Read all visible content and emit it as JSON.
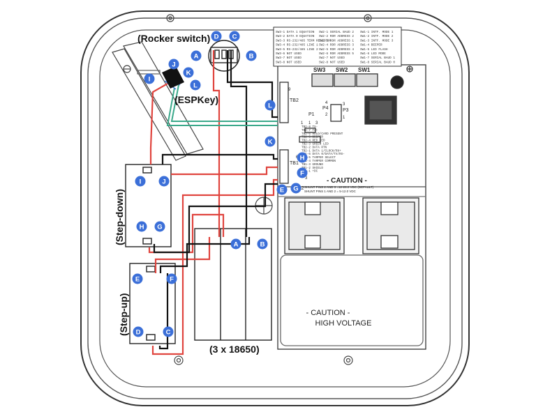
{
  "components": {
    "rocker_switch": "(Rocker switch)",
    "espkey": "(ESPKey)",
    "step_down": "(Step-down)",
    "step_up": "(Step-up)",
    "battery": "(3 x 18650)"
  },
  "board": {
    "caution": "- CAUTION -",
    "caution_line1": "SHUNT PINS 2 AND 3 =12-28.0 VDC (DEFAULT)",
    "caution_line2": "SHUNT PINS 1 AND 2 = 5-12.0 VDC",
    "hv_line1": "- CAUTION -",
    "hv_line2": "HIGH VOLTAGE",
    "sw3": "SW3",
    "sw2": "SW2",
    "sw1": "SW1",
    "tb2": "TB2",
    "tb1": "TB1",
    "p1": "P1",
    "p2": "P2",
    "p3": "P3",
    "p4": "P4"
  },
  "switch_table": [
    [
      "SW3-1 DATA 1 EQUATION",
      "SW2-1 SERIAL BAUD 2",
      "SW1-1 INTF. MODE 1"
    ],
    [
      "SW3-2 DATA 0 EQUATION",
      "SW2-2 RDR ADDRESS 2",
      "SW1-2 INTF. MODE 2"
    ],
    [
      "SW3-3 RS-232/485 TERM RESISTOR",
      "SW2-3 RDR ADDRESS 1",
      "SW1-3 INTF. MODE 3"
    ],
    [
      "SW3-4 RS-232/485 LINE 1",
      "SW2-4 RDR ADDRESS 3",
      "SW1-4 BEEPER"
    ],
    [
      "SW3-5 RS-232/485 LINE 2",
      "SW2-5 RDR ADDRESS 4",
      "SW1-5 LED FLASH"
    ],
    [
      "SW3-6 NOT USED",
      "SW2-6 RDR ADDRESS 5",
      "SW1-6 LED MODE"
    ],
    [
      "SW3-7 NOT USED",
      "SW2-7 NOT USED",
      "SW1-7 SERIAL BAUD 1"
    ],
    [
      "SW3-8 NOT USED",
      "SW2-8 NOT USED",
      "SW1-8 SERIAL BAUD 0"
    ]
  ],
  "terminal_list": [
    "TB2-8 TX-",
    "TB2-7 TX+",
    "TB2-6 HOLD/CARD PRESENT",
    "TB2-5 BEEPER",
    "TB2-4 RED LED",
    "TB2-3 GREEN LED",
    "TB2-2 DATA RTN",
    "TB2-1 DATA 1/CLOCK/RX+",
    "TB1-6 DATA 0/DATA/TX/RX-",
    "TB1-5 TAMPER SELECT",
    "TB1-4 TAMPER COMMON",
    "TB1-3 GROUND",
    "TB1-2 SHIELD",
    "TB1-1 +DC"
  ],
  "pin_numbers": {
    "p1_a": "1",
    "p1_b": "1",
    "p1_c": "3",
    "p4_1": "4",
    "p4_2": "2",
    "p3_3": "3",
    "p3_1": "1",
    "p2_3": "3",
    "tb2_9": "9",
    "tb1_6": "6"
  },
  "connection_letters": {
    "switch_a": "A",
    "switch_b": "B",
    "switch_c": "C",
    "switch_d": "D",
    "esp_i": "I",
    "esp_j": "J",
    "esp_k": "K",
    "esp_l": "L",
    "board_l": "L",
    "board_k": "K",
    "board_h": "H",
    "board_f": "F",
    "board_e": "E",
    "board_g": "G",
    "down_i": "I",
    "down_j": "J",
    "down_h": "H",
    "down_g": "G",
    "bat_a": "A",
    "bat_b": "B",
    "up_e": "E",
    "up_f": "F",
    "up_d": "D",
    "up_c": "C"
  },
  "colors": {
    "wire_red": "#e0443e",
    "wire_black": "#111111",
    "wire_green": "#3aa88a",
    "bubble": "#3b6fd8",
    "enclosure": "#333333"
  }
}
